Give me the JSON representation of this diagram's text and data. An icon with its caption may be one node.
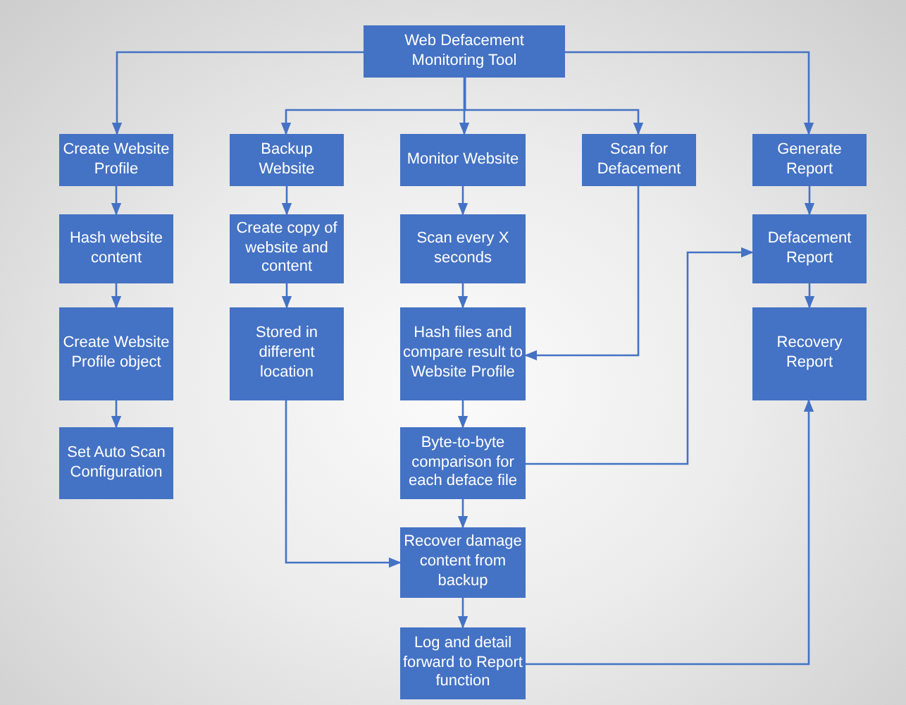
{
  "diagram": {
    "nodes": [
      {
        "text": [
          "Web Defacement Monitoring Tool"
        ]
      },
      {
        "text": [
          "Create Website Profile"
        ]
      },
      {
        "text": [
          "Backup Website"
        ]
      },
      {
        "text": [
          "Monitor Website"
        ]
      },
      {
        "text": [
          "Scan for Defacement"
        ]
      },
      {
        "text": [
          "Generate Report"
        ]
      },
      {
        "text": [
          "Hash website content"
        ]
      },
      {
        "text": [
          "Create copy of website and content"
        ]
      },
      {
        "text": [
          "Scan every X seconds"
        ]
      },
      {
        "text": [
          "Defacement Report"
        ]
      },
      {
        "text": [
          "Create Website Profile object"
        ]
      },
      {
        "text": [
          "Stored in different location"
        ]
      },
      {
        "text": [
          "Hash files and compare result to Website Profile"
        ]
      },
      {
        "text": [
          "Recovery Report"
        ]
      },
      {
        "text": [
          "Set Auto Scan Configuration"
        ]
      },
      {
        "text": [
          "Byte-to-byte comparison for each deface file"
        ]
      },
      {
        "text": [
          "Recover damage content from backup"
        ]
      },
      {
        "text": [
          "Log and detail forward to Report function"
        ]
      }
    ],
    "edges": [
      {
        "from": 0,
        "to": 1,
        "arrow": "to"
      },
      {
        "from": 0,
        "to": 2,
        "arrow": "to"
      },
      {
        "from": 0,
        "to": 3,
        "arrow": "to"
      },
      {
        "from": 0,
        "to": 4,
        "arrow": "to"
      },
      {
        "from": 0,
        "to": 5,
        "arrow": "to"
      },
      {
        "from": 1,
        "to": 6,
        "arrow": "to"
      },
      {
        "from": 6,
        "to": 10,
        "arrow": "to"
      },
      {
        "from": 10,
        "to": 14,
        "arrow": "to"
      },
      {
        "from": 2,
        "to": 7,
        "arrow": "to"
      },
      {
        "from": 7,
        "to": 11,
        "arrow": "to"
      },
      {
        "from": 11,
        "to": 16,
        "arrow": "to"
      },
      {
        "from": 3,
        "to": 8,
        "arrow": "to"
      },
      {
        "from": 8,
        "to": 12,
        "arrow": "to"
      },
      {
        "from": 12,
        "to": 15,
        "arrow": "to"
      },
      {
        "from": 15,
        "to": 16,
        "arrow": "to"
      },
      {
        "from": 16,
        "to": 17,
        "arrow": "to"
      },
      {
        "from": 4,
        "to": 12,
        "arrow": "to"
      },
      {
        "from": 5,
        "to": 9,
        "arrow": "to"
      },
      {
        "from": 9,
        "to": 13,
        "arrow": "to"
      },
      {
        "from": 15,
        "to": 9,
        "arrow": "to"
      },
      {
        "from": 17,
        "to": 13,
        "arrow": "to"
      }
    ]
  }
}
